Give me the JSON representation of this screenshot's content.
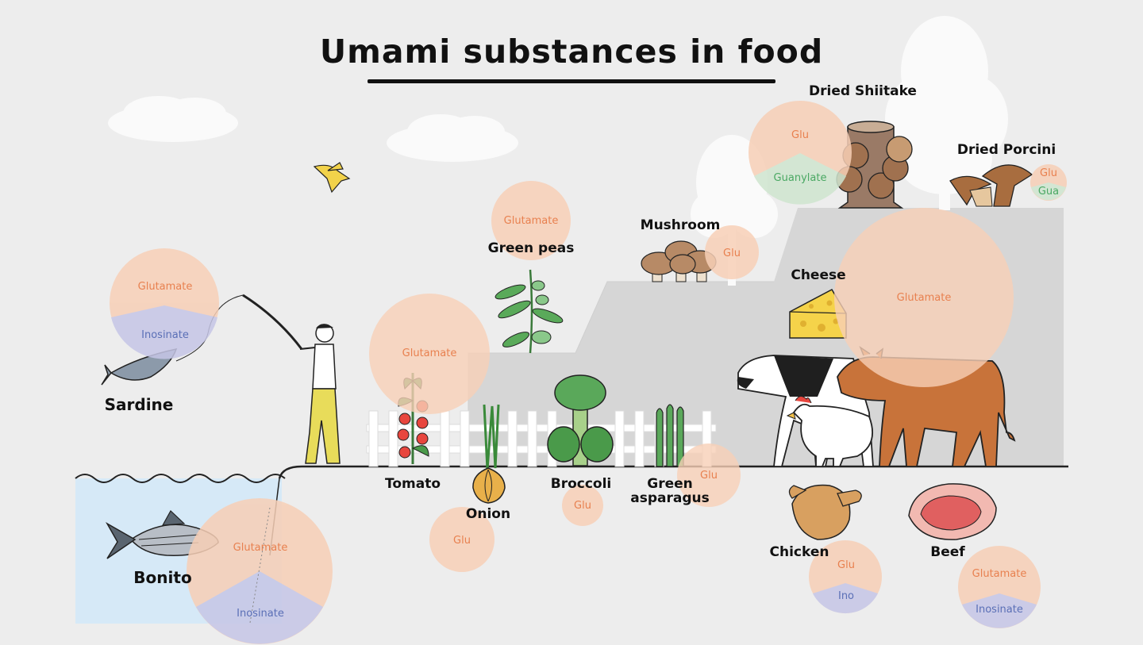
{
  "title": "Umami substances in food",
  "colors": {
    "background": "#ededed",
    "glutamate_circle": "#f7cfb6",
    "glutamate_text": "#e8804f",
    "inosinate_circle": "#c6c6e6",
    "inosinate_text": "#5a6fb6",
    "guanylate_circle": "#cfe5cf",
    "guanylate_text": "#4aa863",
    "sea": "#d6e9f7"
  },
  "foods": {
    "sardine": {
      "label": "Sardine",
      "top": "Glutamate",
      "bottom": "Inosinate"
    },
    "bonito": {
      "label": "Bonito",
      "top": "Glutamate",
      "bottom": "Inosinate"
    },
    "tomato": {
      "label": "Tomato",
      "top": "Glutamate"
    },
    "onion": {
      "label": "Onion",
      "top": "Glu"
    },
    "green_peas": {
      "label": "Green peas",
      "top": "Glutamate"
    },
    "broccoli": {
      "label": "Broccoli",
      "top": "Glu"
    },
    "green_asparagus": {
      "label_line1": "Green",
      "label_line2": "asparagus",
      "top": "Glu"
    },
    "mushroom": {
      "label": "Mushroom",
      "top": "Glu"
    },
    "dried_shiitake": {
      "label": "Dried Shiitake",
      "top": "Glu",
      "bottom": "Guanylate"
    },
    "dried_porcini": {
      "label": "Dried Porcini",
      "top": "Glu",
      "bottom": "Gua"
    },
    "cheese": {
      "label": "Cheese",
      "top": "Glutamate"
    },
    "chicken": {
      "label": "Chicken",
      "top": "Glu",
      "bottom": "Ino"
    },
    "beef": {
      "label": "Beef",
      "top": "Glutamate",
      "bottom": "Inosinate"
    }
  }
}
